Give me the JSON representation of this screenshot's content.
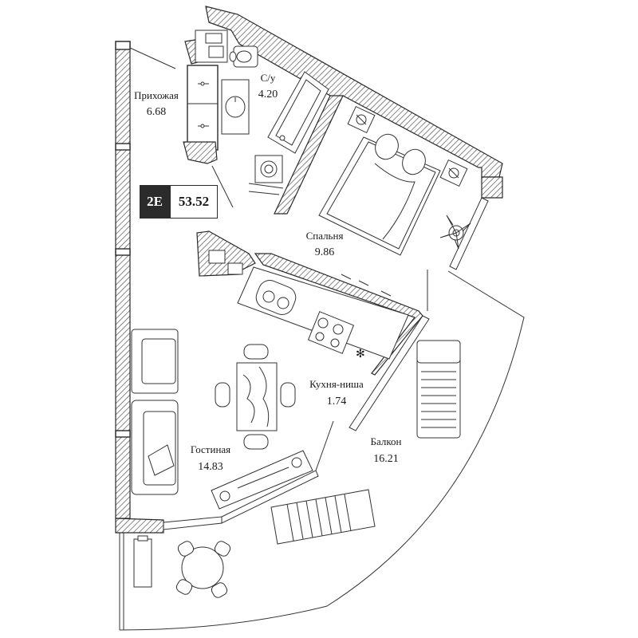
{
  "plan": {
    "unit_type": "2E",
    "total_area": "53.52"
  },
  "rooms": [
    {
      "key": "hallway",
      "name": "Прихожая",
      "area": "6.68"
    },
    {
      "key": "bathroom",
      "name": "С/у",
      "area": "4.20"
    },
    {
      "key": "bedroom",
      "name": "Спальня",
      "area": "9.86"
    },
    {
      "key": "kitchen",
      "name": "Кухня-ниша",
      "area": "1.74"
    },
    {
      "key": "living",
      "name": "Гостиная",
      "area": "14.83"
    },
    {
      "key": "balcony",
      "name": "Балкон",
      "area": "16.21"
    }
  ],
  "colors": {
    "wall": "#2a2a2a",
    "badge_dark": "#2b2b2b",
    "background": "#ffffff"
  }
}
